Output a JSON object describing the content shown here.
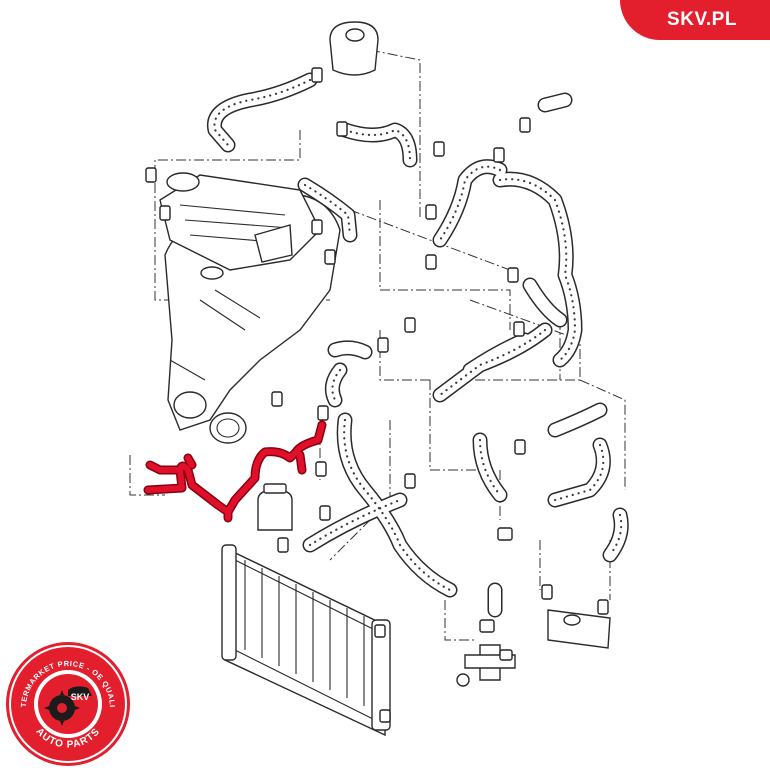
{
  "brand": {
    "site": "SKV.PL"
  },
  "seal": {
    "ring_text_top": "AFTERMARKET PRICE - OE QUALITY",
    "ring_text_bottom": "AUTO PARTS",
    "center": "SKV"
  },
  "colors": {
    "brand_red": "#e31e2d",
    "highlight_part": "#e0102a",
    "line_art": "#2a2a2a"
  }
}
